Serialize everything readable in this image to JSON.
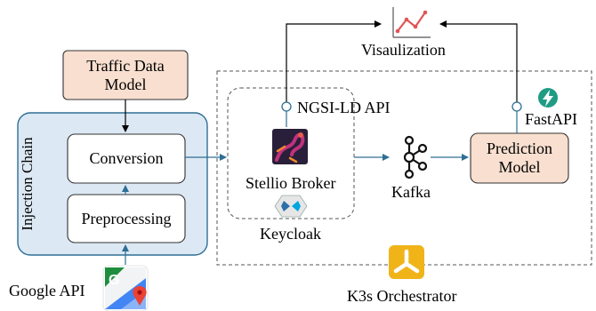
{
  "nodes": {
    "traffic_data_model": "Traffic Data\nModel",
    "injection_chain": "Injection Chain",
    "conversion": "Conversion",
    "preprocessing": "Preprocessing",
    "google_api": "Google API",
    "ngsi_ld_api": "NGSI-LD API",
    "stellio_broker": "Stellio Broker",
    "keycloak": "Keycloak",
    "kafka": "Kafka",
    "prediction_model": "Prediction\nModel",
    "fastapi": "FastAPI",
    "visualization": "Visaulization",
    "k3s_orchestrator": "K3s Orchestrator"
  },
  "colors": {
    "accent_blue": "#2e6f95",
    "injection_fill": "#dce8f3",
    "model_fill": "#f8dfcf",
    "fastapi": "#1e9c84",
    "k3s": "#f0b419",
    "keycloak": "#2c6fa8",
    "stellio": "#c2317e",
    "chart_line": "#e05555"
  },
  "icons": [
    "line-chart-icon",
    "stellio-icon",
    "keycloak-icon",
    "kafka-icon",
    "fastapi-icon",
    "k3s-icon",
    "google-maps-icon"
  ]
}
